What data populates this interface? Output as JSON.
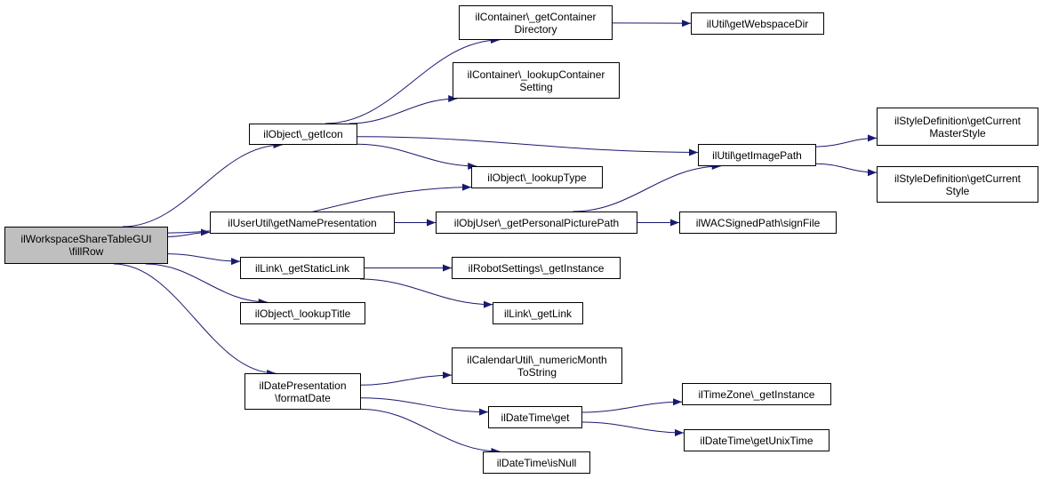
{
  "colors": {
    "edge": "#191970",
    "root_fill": "#bfbfbf",
    "node_fill": "#ffffff",
    "node_border": "#000000"
  },
  "nodes": {
    "root": {
      "lines": [
        "ilWorkspaceShareTableGUI",
        "\\fillRow"
      ]
    },
    "getIcon": {
      "lines": [
        "ilObject\\_getIcon"
      ]
    },
    "lookupType": {
      "lines": [
        "ilObject\\_lookupType"
      ]
    },
    "getNamePresentation": {
      "lines": [
        "ilUserUtil\\getNamePresentation"
      ]
    },
    "getStaticLink": {
      "lines": [
        "ilLink\\_getStaticLink"
      ]
    },
    "lookupTitle": {
      "lines": [
        "ilObject\\_lookupTitle"
      ]
    },
    "formatDate": {
      "lines": [
        "ilDatePresentation",
        "\\formatDate"
      ]
    },
    "getContainerDirectory": {
      "lines": [
        "ilContainer\\_getContainer",
        "Directory"
      ]
    },
    "lookupContainerSetting": {
      "lines": [
        "ilContainer\\_lookupContainer",
        "Setting"
      ]
    },
    "getWebspaceDir": {
      "lines": [
        "ilUtil\\getWebspaceDir"
      ]
    },
    "getImagePath": {
      "lines": [
        "ilUtil\\getImagePath"
      ]
    },
    "getCurrentMasterStyle": {
      "lines": [
        "ilStyleDefinition\\getCurrent",
        "MasterStyle"
      ]
    },
    "getCurrentStyle": {
      "lines": [
        "ilStyleDefinition\\getCurrent",
        "Style"
      ]
    },
    "getPersonalPicturePath": {
      "lines": [
        "ilObjUser\\_getPersonalPicturePath"
      ]
    },
    "signFile": {
      "lines": [
        "ilWACSignedPath\\signFile"
      ]
    },
    "robotGetInstance": {
      "lines": [
        "ilRobotSettings\\_getInstance"
      ]
    },
    "getLink": {
      "lines": [
        "ilLink\\_getLink"
      ]
    },
    "numericMonthToString": {
      "lines": [
        "ilCalendarUtil\\_numericMonth",
        "ToString"
      ]
    },
    "dateTimeGet": {
      "lines": [
        "ilDateTime\\get"
      ]
    },
    "isNull": {
      "lines": [
        "ilDateTime\\isNull"
      ]
    },
    "timeZoneGetInstance": {
      "lines": [
        "ilTimeZone\\_getInstance"
      ]
    },
    "getUnixTime": {
      "lines": [
        "ilDateTime\\getUnixTime"
      ]
    }
  },
  "edges": [
    [
      "root",
      "getIcon"
    ],
    [
      "root",
      "lookupType"
    ],
    [
      "root",
      "getNamePresentation"
    ],
    [
      "root",
      "getStaticLink"
    ],
    [
      "root",
      "lookupTitle"
    ],
    [
      "root",
      "formatDate"
    ],
    [
      "getIcon",
      "getContainerDirectory"
    ],
    [
      "getIcon",
      "lookupContainerSetting"
    ],
    [
      "getIcon",
      "getImagePath"
    ],
    [
      "getIcon",
      "lookupType"
    ],
    [
      "getContainerDirectory",
      "getWebspaceDir"
    ],
    [
      "getImagePath",
      "getCurrentMasterStyle"
    ],
    [
      "getImagePath",
      "getCurrentStyle"
    ],
    [
      "getNamePresentation",
      "getPersonalPicturePath"
    ],
    [
      "getPersonalPicturePath",
      "getImagePath"
    ],
    [
      "getPersonalPicturePath",
      "signFile"
    ],
    [
      "getStaticLink",
      "robotGetInstance"
    ],
    [
      "getStaticLink",
      "getLink"
    ],
    [
      "formatDate",
      "numericMonthToString"
    ],
    [
      "formatDate",
      "dateTimeGet"
    ],
    [
      "formatDate",
      "isNull"
    ],
    [
      "dateTimeGet",
      "timeZoneGetInstance"
    ],
    [
      "dateTimeGet",
      "getUnixTime"
    ]
  ]
}
